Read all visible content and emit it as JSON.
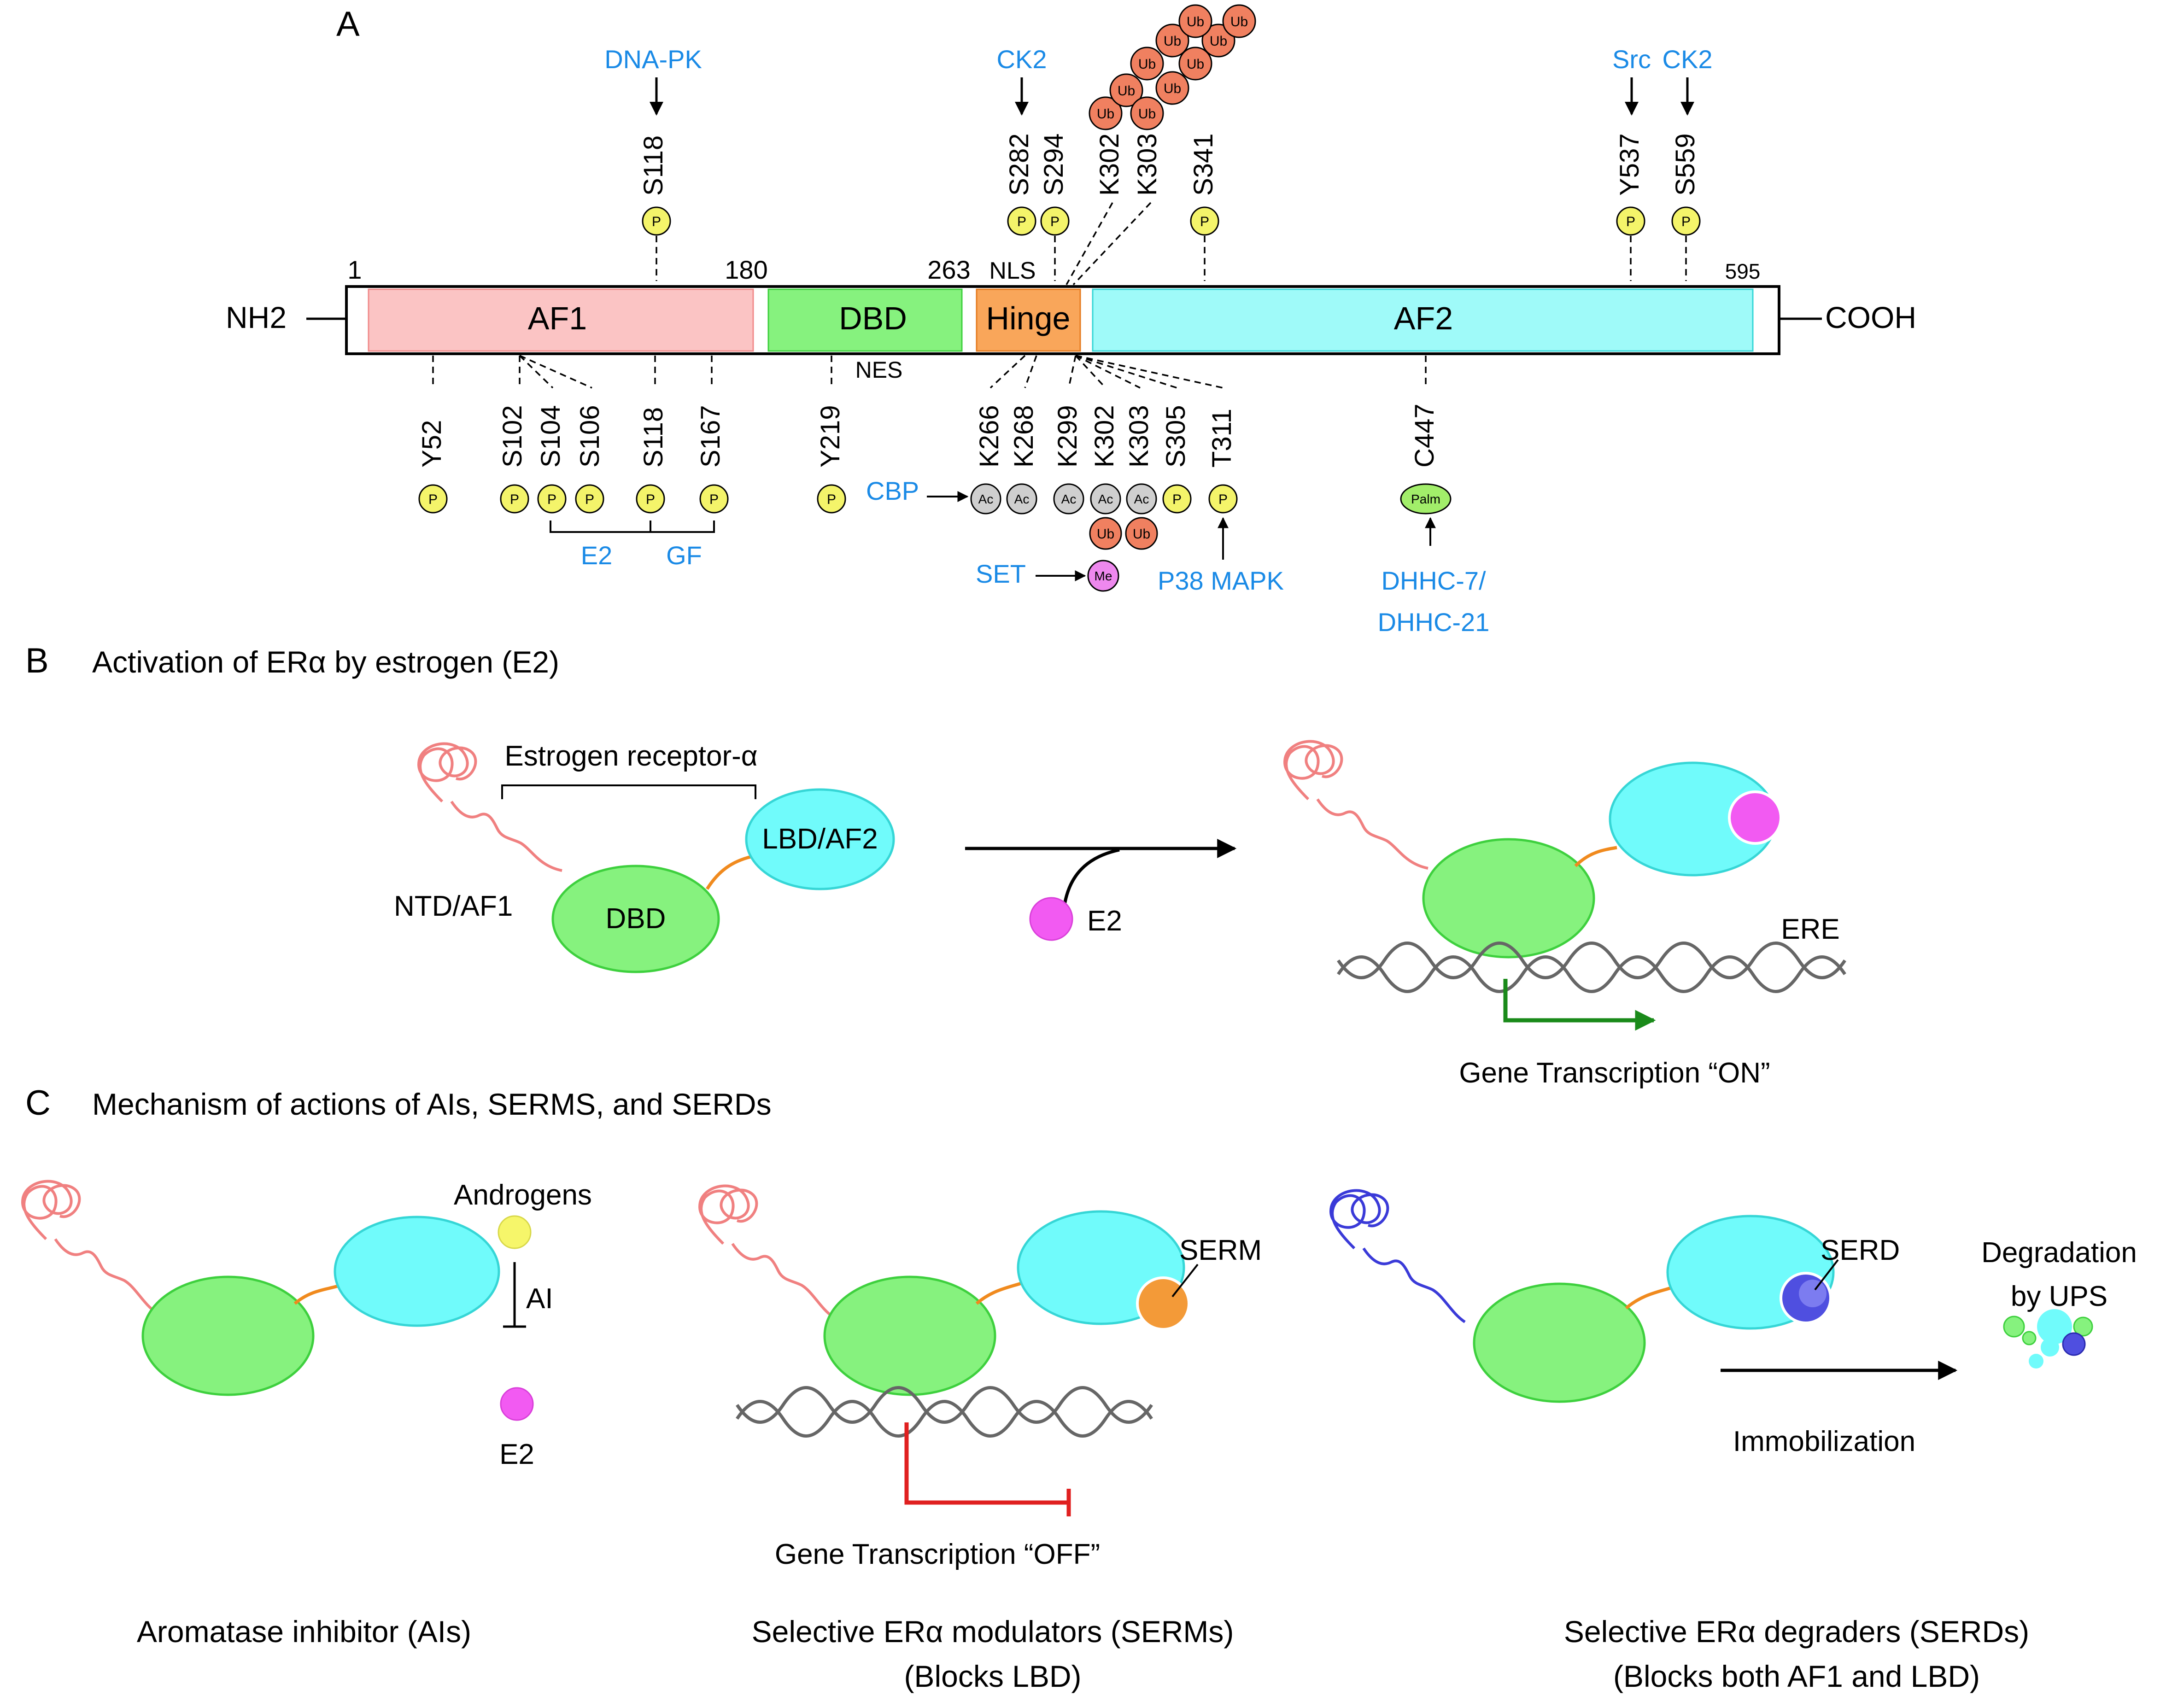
{
  "panels": {
    "A": {
      "letter": "A"
    },
    "B": {
      "letter": "B",
      "title": "Activation of ERα by estrogen (E2)"
    },
    "C": {
      "letter": "C",
      "title": "Mechanism of actions of AIs, SERMS, and SERDs"
    }
  },
  "domain_bar": {
    "nh2": "NH2",
    "cooh": "COOH",
    "positions": {
      "p1": "1",
      "p180": "180",
      "p263": "263",
      "p595": "595"
    },
    "nls": "NLS",
    "nes": "NES",
    "af1": "AF1",
    "dbd": "DBD",
    "hinge": "Hinge",
    "af2": "AF2",
    "colors": {
      "af1": "#fbc4c4",
      "dbd": "#86f27e",
      "hinge": "#f9a65a",
      "af2": "#9ffaf9"
    }
  },
  "top_sites": {
    "s118": "S118",
    "s282": "S282",
    "s294": "S294",
    "k302": "K302",
    "k303": "K303",
    "s341": "S341",
    "y537": "Y537",
    "s559": "S559"
  },
  "top_enzymes": {
    "dnapk": "DNA-PK",
    "ck2a": "CK2",
    "src": "Src",
    "ck2b": "CK2"
  },
  "bottom_sites": {
    "y52": "Y52",
    "s102": "S102",
    "s104": "S104",
    "s106": "S106",
    "s118": "S118",
    "s167": "S167",
    "y219": "Y219",
    "k266": "K266",
    "k268": "K268",
    "k299": "K299",
    "k302": "K302",
    "k303": "K303",
    "s305": "S305",
    "t311": "T311",
    "c447": "C447"
  },
  "bottom_enzymes": {
    "e2": "E2",
    "gf": "GF",
    "cbp": "CBP",
    "set": "SET",
    "p38": "P38 MAPK",
    "dhhc1": "DHHC-7/",
    "dhhc2": "DHHC-21"
  },
  "marks": {
    "p": "P",
    "ac": "Ac",
    "ub": "Ub",
    "me": "Me",
    "palm": "Palm"
  },
  "panel_b": {
    "receptor_label": "Estrogen receptor-α",
    "ntd": "NTD/AF1",
    "dbd": "DBD",
    "lbd": "LBD/AF2",
    "ligand": "E2",
    "ere": "ERE",
    "transcription": "Gene Transcription “ON”"
  },
  "panel_c": {
    "androgens": "Androgens",
    "ai": "AI",
    "e2": "E2",
    "serm": "SERM",
    "serd": "SERD",
    "degradation1": "Degradation",
    "degradation2": "by UPS",
    "immobilization": "Immobilization",
    "transcription_off": "Gene Transcription “OFF”",
    "cap1": "Aromatase inhibitor (AIs)",
    "cap2a": "Selective ERα modulators (SERMs)",
    "cap2b": "(Blocks LBD)",
    "cap3a": "Selective ERα degraders (SERDs)",
    "cap3b": "(Blocks both AF1 and LBD)"
  },
  "colors": {
    "enzyme_text": "#1a8ae6",
    "phospho": "#f4f46a",
    "acetyl": "#cfcfcf",
    "ubiquitin": "#f08060",
    "methyl": "#ee88ee",
    "palm": "#a2ee6a",
    "ntd_coil": "#f08080",
    "serd_coil": "#3a3ad8",
    "dbd_blob": "#86f27e",
    "lbd_blob": "#70fbfb",
    "linker": "#f08a1e",
    "estrogen": "#f25af2",
    "serm_ligand": "#f39a38",
    "serd_ligand": "#4f4fe0",
    "androgen": "#f6f66a",
    "dna": "#666666",
    "on_arrow": "#1a8a1a",
    "off_bar": "#e02020"
  }
}
